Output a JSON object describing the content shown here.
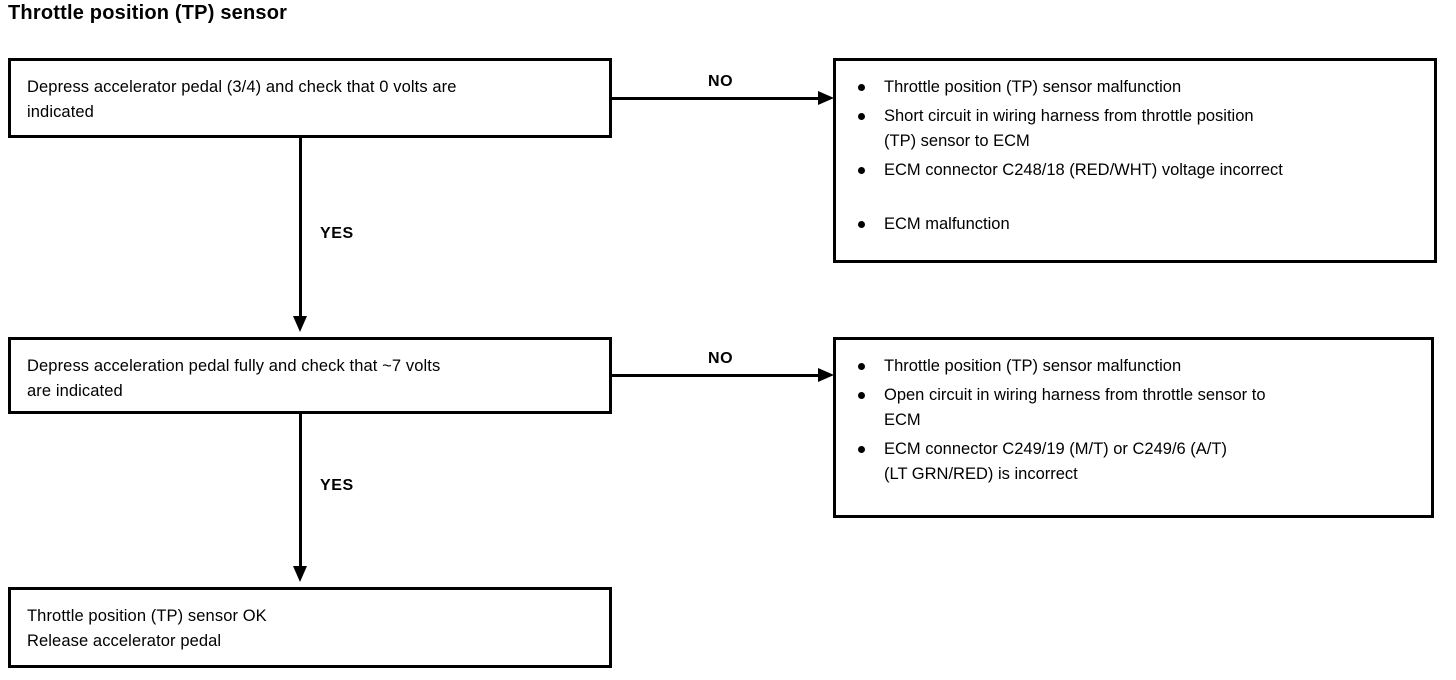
{
  "title": "Throttle position (TP) sensor",
  "steps": [
    {
      "id": "step-1",
      "lines": [
        "Depress accelerator pedal (3/4) and check that 0 volts are",
        "indicated"
      ]
    },
    {
      "id": "step-2",
      "lines": [
        "Depress acceleration pedal fully and check that ~7 volts",
        "are indicated"
      ]
    },
    {
      "id": "step-3",
      "lines": [
        "Throttle position (TP) sensor OK",
        "Release accelerator pedal"
      ]
    }
  ],
  "callouts": [
    {
      "id": "callout-1",
      "items": [
        {
          "lines": [
            "Throttle position (TP) sensor malfunction"
          ],
          "spaced": false
        },
        {
          "lines": [
            "Short circuit in wiring harness from throttle position",
            "(TP) sensor to ECM"
          ],
          "spaced": false
        },
        {
          "lines": [
            "ECM connector C248/18 (RED/WHT) voltage incorrect"
          ],
          "spaced": false
        },
        {
          "lines": [
            "ECM malfunction"
          ],
          "spaced": true
        }
      ]
    },
    {
      "id": "callout-2",
      "items": [
        {
          "lines": [
            "Throttle position (TP) sensor malfunction"
          ],
          "spaced": false
        },
        {
          "lines": [
            "Open circuit in wiring harness from throttle sensor to",
            "ECM"
          ],
          "spaced": false
        },
        {
          "lines": [
            "ECM connector C249/19 (M/T) or C249/6 (A/T)",
            "(LT GRN/RED) is incorrect"
          ],
          "spaced": false
        }
      ]
    }
  ],
  "edges": {
    "no_1": "NO",
    "no_2": "NO",
    "yes_1": "YES",
    "yes_2": "YES"
  },
  "colors": {
    "ink": "#000000",
    "paper": "#ffffff"
  }
}
